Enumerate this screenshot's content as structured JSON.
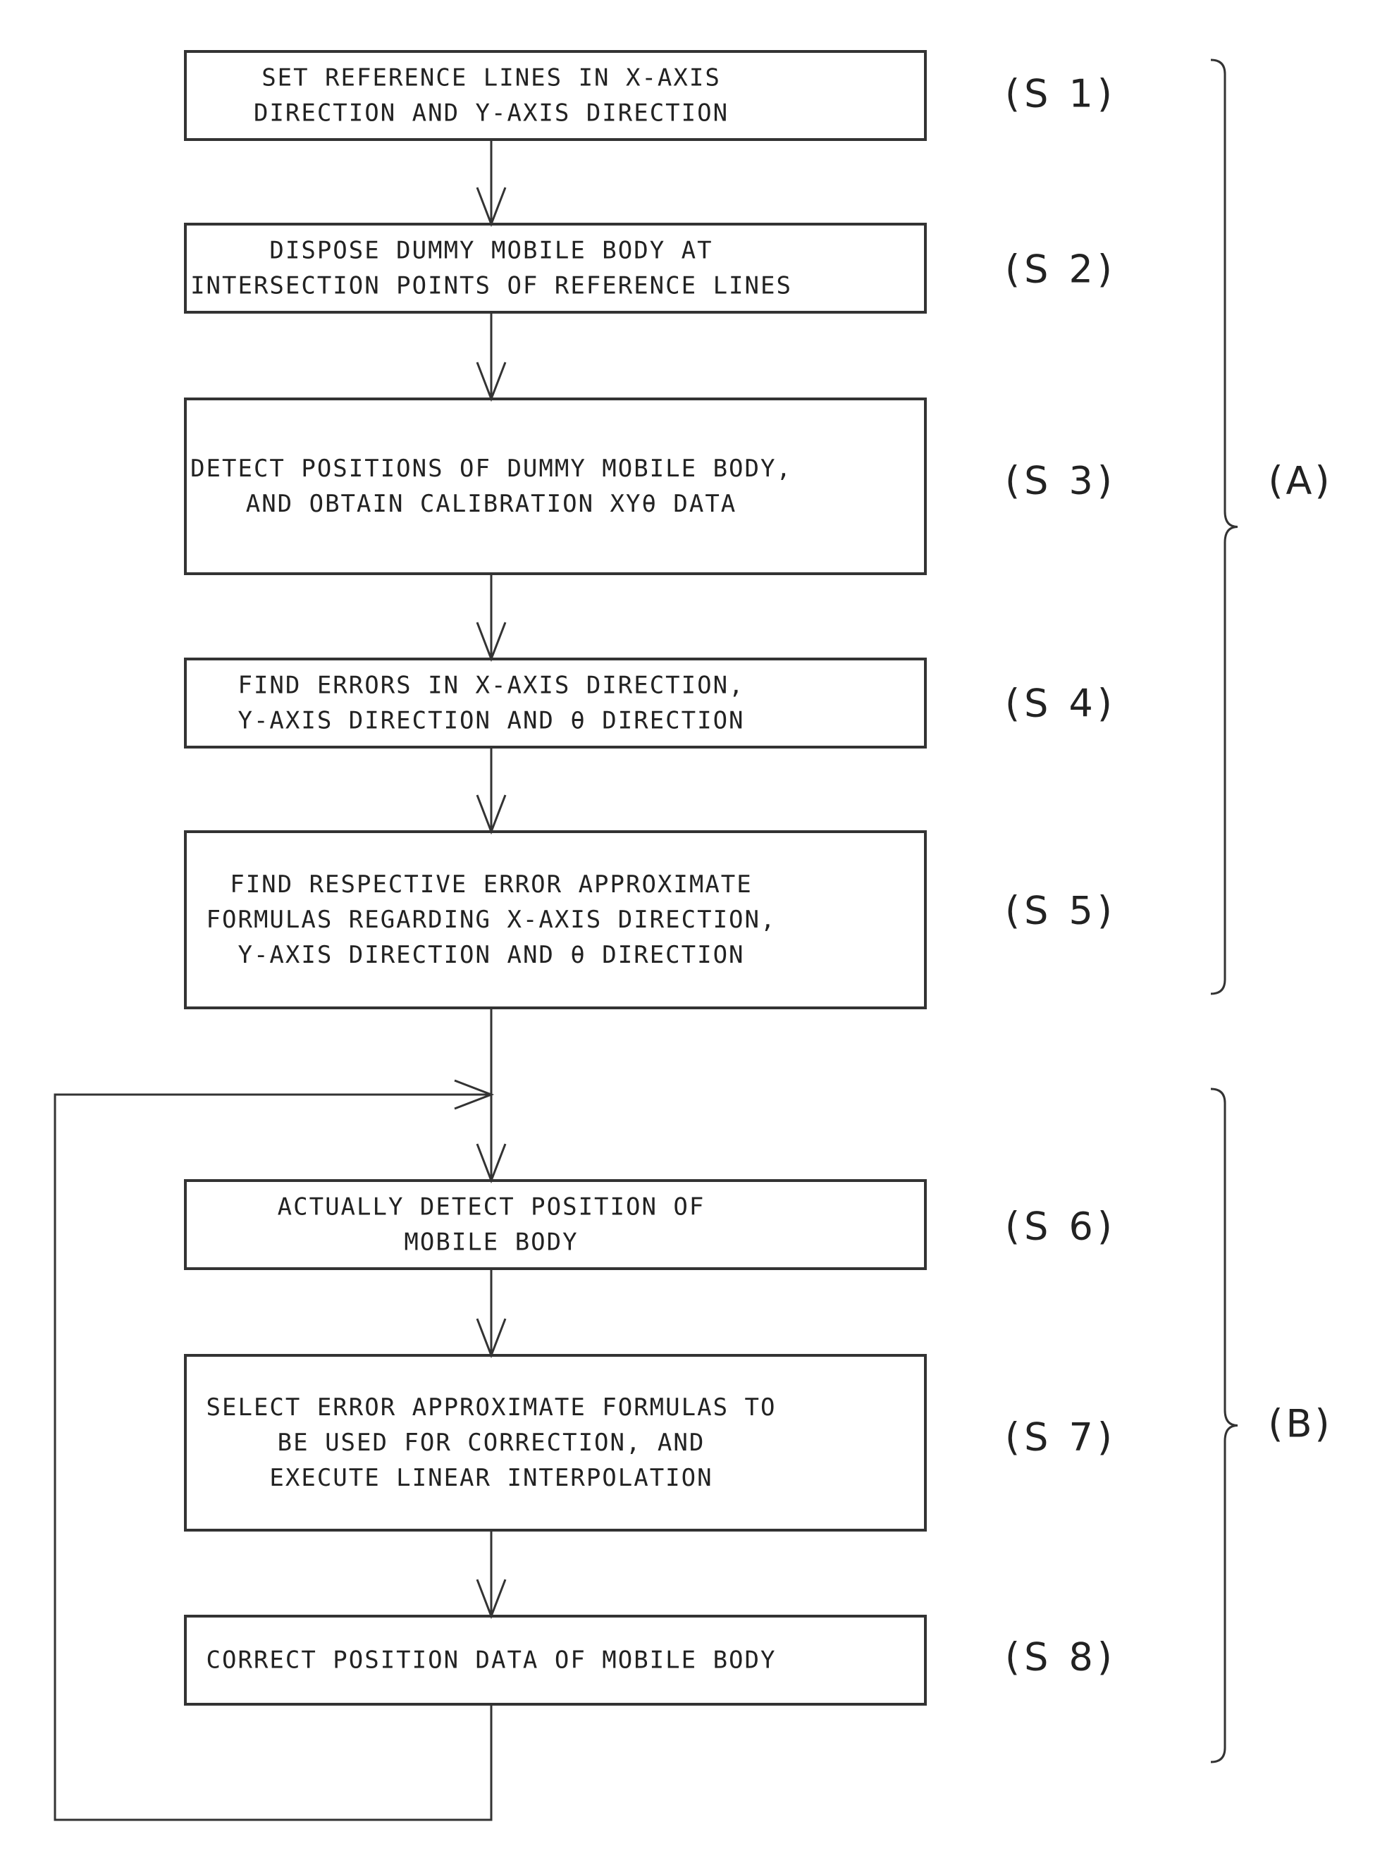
{
  "steps": [
    {
      "id": "S1",
      "label": "(S 1)",
      "lines": [
        "SET REFERENCE LINES IN X-AXIS",
        "DIRECTION AND Y-AXIS DIRECTION"
      ]
    },
    {
      "id": "S2",
      "label": "(S 2)",
      "lines": [
        "DISPOSE DUMMY MOBILE BODY AT",
        "INTERSECTION POINTS OF REFERENCE LINES"
      ]
    },
    {
      "id": "S3",
      "label": "(S 3)",
      "lines": [
        "DETECT POSITIONS OF DUMMY MOBILE BODY,",
        "AND OBTAIN CALIBRATION XYθ DATA"
      ]
    },
    {
      "id": "S4",
      "label": "(S 4)",
      "lines": [
        "FIND ERRORS IN X-AXIS DIRECTION,",
        "Y-AXIS DIRECTION AND θ DIRECTION"
      ]
    },
    {
      "id": "S5",
      "label": "(S 5)",
      "lines": [
        "FIND RESPECTIVE ERROR APPROXIMATE",
        "FORMULAS REGARDING X-AXIS DIRECTION,",
        "Y-AXIS DIRECTION AND θ DIRECTION"
      ]
    },
    {
      "id": "S6",
      "label": "(S 6)",
      "lines": [
        "ACTUALLY DETECT POSITION OF",
        "MOBILE BODY"
      ]
    },
    {
      "id": "S7",
      "label": "(S 7)",
      "lines": [
        "SELECT ERROR APPROXIMATE FORMULAS TO",
        "BE USED FOR CORRECTION, AND",
        "EXECUTE LINEAR INTERPOLATION"
      ]
    },
    {
      "id": "S8",
      "label": "(S 8)",
      "lines": [
        "CORRECT POSITION DATA OF MOBILE BODY"
      ]
    }
  ],
  "groups": [
    {
      "id": "A",
      "label": "(A)"
    },
    {
      "id": "B",
      "label": "(B)"
    }
  ]
}
